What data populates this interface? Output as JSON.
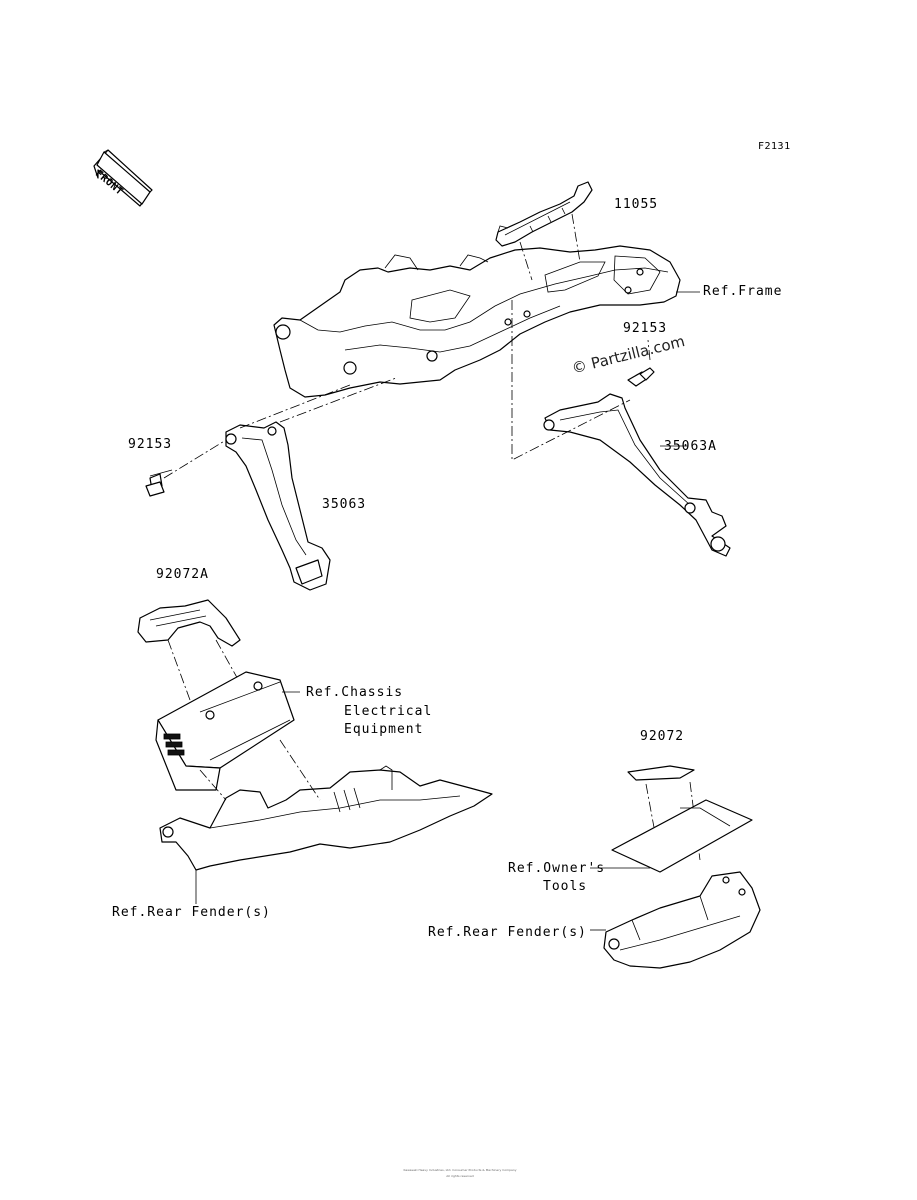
{
  "figure_code": "F2131",
  "front_arrow": "FRONT",
  "watermark": "© Partzilla.com",
  "labels": {
    "p11055": "11055",
    "ref_frame": "Ref.Frame",
    "p92153_right": "92153",
    "p35063A": "35063A",
    "p92153_left": "92153",
    "p35063": "35063",
    "p92072A": "92072A",
    "ref_chassis_1": "Ref.Chassis",
    "ref_chassis_2": "Electrical",
    "ref_chassis_3": "Equipment",
    "p92072": "92072",
    "ref_owners_1": "Ref.Owner's",
    "ref_owners_2": "Tools",
    "ref_rear_fender_left": "Ref.Rear Fender(s)",
    "ref_rear_fender_right": "Ref.Rear Fender(s)"
  },
  "footer": {
    "line1": "Kawasaki Heavy Industries, Ltd. Consumer Products & Machinery Company",
    "line2": "All rights reserved"
  }
}
